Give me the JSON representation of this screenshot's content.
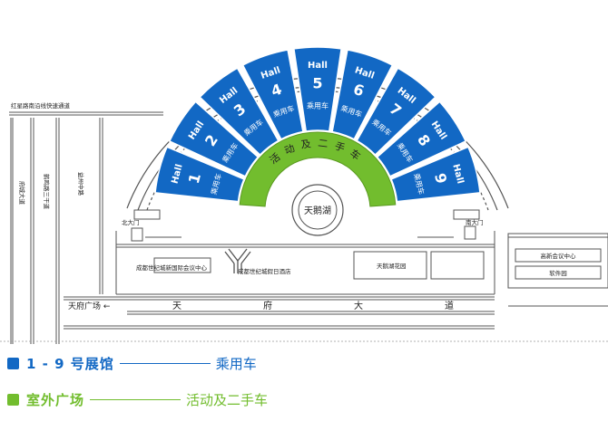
{
  "colors": {
    "hall": "#1268c4",
    "plaza": "#72bd2e",
    "road": "#444444",
    "outline": "#555555"
  },
  "halls": [
    {
      "word": "Hall",
      "number": "1",
      "type": "乘用车"
    },
    {
      "word": "Hall",
      "number": "2",
      "type": "乘用车"
    },
    {
      "word": "Hall",
      "number": "3",
      "type": "乘用车"
    },
    {
      "word": "Hall",
      "number": "4",
      "type": "乘用车"
    },
    {
      "word": "Hall",
      "number": "5",
      "type": "乘用车"
    },
    {
      "word": "Hall",
      "number": "6",
      "type": "乘用车"
    },
    {
      "word": "Hall",
      "number": "7",
      "type": "乘用车"
    },
    {
      "word": "Hall",
      "number": "8",
      "type": "乘用车"
    },
    {
      "word": "Hall",
      "number": "9",
      "type": "乘用车"
    }
  ],
  "plaza_label": "活动及二手车",
  "lake_label": "天鹅湖",
  "labels": {
    "north_gate": "北大门",
    "south_gate": "南大门",
    "expressway": "红星路南沿线快速通道",
    "road_left_1": "府城大道",
    "road_left_2": "鹤鸣路三干道",
    "road_left_3": "益州中路",
    "conference_center": "成都世纪城新国际会议中心",
    "holiday_hotel": "成都世纪城假日酒店",
    "swan_garden": "天鹅湖花园",
    "hitech_center": "高新会议中心",
    "software_park": "软件园",
    "tianfu_square": "天府广场 ←",
    "avenue_1": "天",
    "avenue_2": "府",
    "avenue_3": "大",
    "avenue_4": "道"
  },
  "legend": [
    {
      "label": "1 - 9 号展馆",
      "desc": "乘用车",
      "color": "#1268c4"
    },
    {
      "label": "室外广场",
      "desc": "活动及二手车",
      "color": "#72bd2e"
    }
  ]
}
